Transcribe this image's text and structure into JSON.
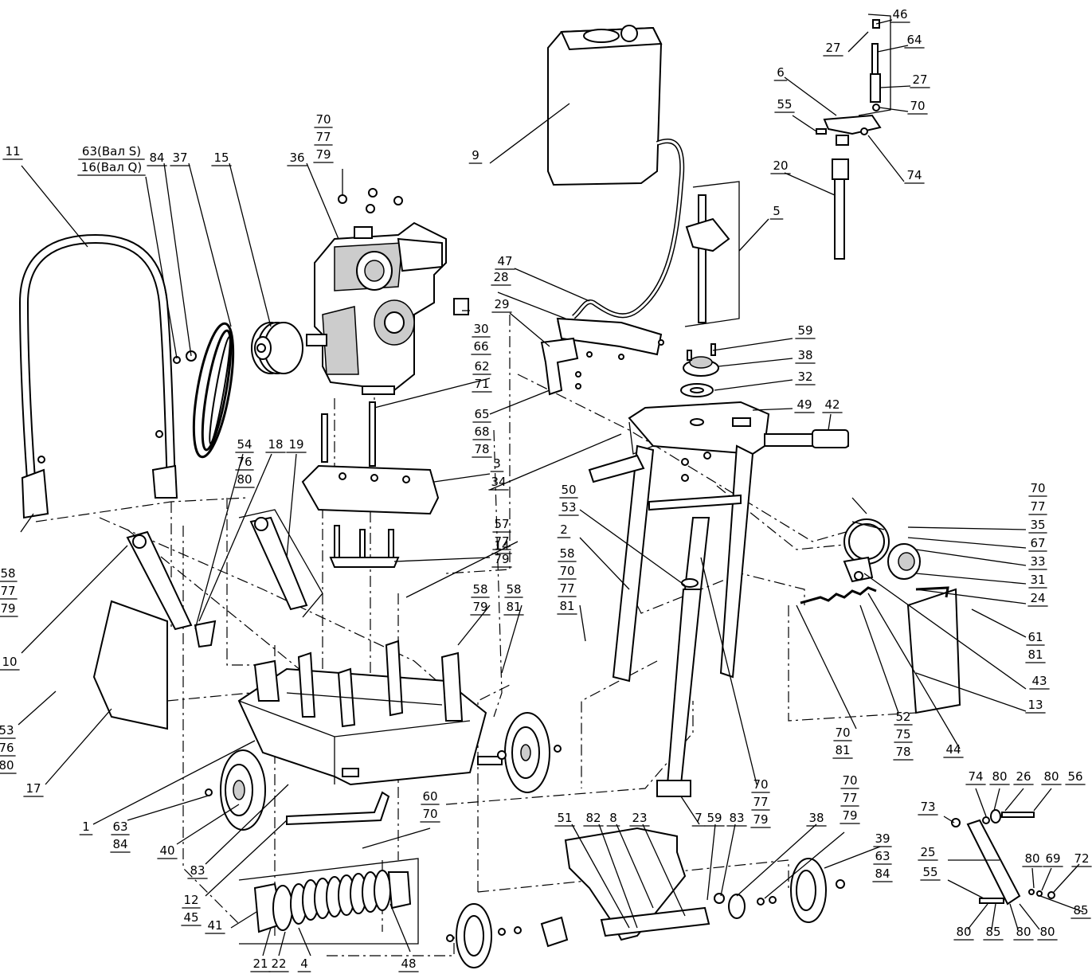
{
  "callouts": [
    {
      "id": "c11",
      "lines": [
        "11"
      ]
    },
    {
      "id": "c63v",
      "lines": [
        "63(Вал S)",
        "16(Вал Q)"
      ]
    },
    {
      "id": "c84a",
      "lines": [
        "84"
      ]
    },
    {
      "id": "c37",
      "lines": [
        "37"
      ]
    },
    {
      "id": "c15",
      "lines": [
        "15"
      ]
    },
    {
      "id": "c36",
      "lines": [
        "36"
      ]
    },
    {
      "id": "c70a",
      "lines": [
        "70",
        "77",
        "79"
      ]
    },
    {
      "id": "c9",
      "lines": [
        "9"
      ]
    },
    {
      "id": "c46",
      "lines": [
        "46"
      ]
    },
    {
      "id": "c64",
      "lines": [
        "64"
      ]
    },
    {
      "id": "c27a",
      "lines": [
        "27"
      ]
    },
    {
      "id": "c27b",
      "lines": [
        "27"
      ]
    },
    {
      "id": "c6",
      "lines": [
        "6"
      ]
    },
    {
      "id": "c70b",
      "lines": [
        "70"
      ]
    },
    {
      "id": "c55a",
      "lines": [
        "55"
      ]
    },
    {
      "id": "c74a",
      "lines": [
        "74"
      ]
    },
    {
      "id": "c20",
      "lines": [
        "20"
      ]
    },
    {
      "id": "c5",
      "lines": [
        "5"
      ]
    },
    {
      "id": "c47",
      "lines": [
        "47"
      ]
    },
    {
      "id": "c28",
      "lines": [
        "28"
      ]
    },
    {
      "id": "c29",
      "lines": [
        "29"
      ]
    },
    {
      "id": "c30",
      "lines": [
        "30",
        "66"
      ]
    },
    {
      "id": "c62",
      "lines": [
        "62",
        "71"
      ]
    },
    {
      "id": "c65",
      "lines": [
        "65",
        "68",
        "78"
      ]
    },
    {
      "id": "c59a",
      "lines": [
        "59"
      ]
    },
    {
      "id": "c38a",
      "lines": [
        "38"
      ]
    },
    {
      "id": "c32",
      "lines": [
        "32"
      ]
    },
    {
      "id": "c49",
      "lines": [
        "49"
      ]
    },
    {
      "id": "c42",
      "lines": [
        "42"
      ]
    },
    {
      "id": "c54",
      "lines": [
        "54",
        "76",
        "80"
      ]
    },
    {
      "id": "c18",
      "lines": [
        "18"
      ]
    },
    {
      "id": "c19",
      "lines": [
        "19"
      ]
    },
    {
      "id": "c3",
      "lines": [
        "3"
      ]
    },
    {
      "id": "c34",
      "lines": [
        "34"
      ]
    },
    {
      "id": "c14",
      "lines": [
        "14"
      ]
    },
    {
      "id": "c50",
      "lines": [
        "50",
        "53"
      ]
    },
    {
      "id": "c2",
      "lines": [
        "2"
      ]
    },
    {
      "id": "c58a",
      "lines": [
        "58",
        "70",
        "77",
        "81"
      ]
    },
    {
      "id": "c57",
      "lines": [
        "57",
        "77",
        "79"
      ]
    },
    {
      "id": "c58b",
      "lines": [
        "58",
        "79"
      ]
    },
    {
      "id": "c58c",
      "lines": [
        "58",
        "81"
      ]
    },
    {
      "id": "c58d",
      "lines": [
        "58",
        "77",
        "79"
      ]
    },
    {
      "id": "c10",
      "lines": [
        "10"
      ]
    },
    {
      "id": "c53",
      "lines": [
        "53",
        "76",
        "80"
      ]
    },
    {
      "id": "c17",
      "lines": [
        "17"
      ]
    },
    {
      "id": "c70c",
      "lines": [
        "70",
        "77",
        "35",
        "67",
        "33",
        "31",
        "24"
      ]
    },
    {
      "id": "c61",
      "lines": [
        "61",
        "81"
      ]
    },
    {
      "id": "c43",
      "lines": [
        "43"
      ]
    },
    {
      "id": "c13",
      "lines": [
        "13"
      ]
    },
    {
      "id": "c52",
      "lines": [
        "52",
        "75",
        "78"
      ]
    },
    {
      "id": "c44",
      "lines": [
        "44"
      ]
    },
    {
      "id": "c70d",
      "lines": [
        "70",
        "81"
      ]
    },
    {
      "id": "c70e",
      "lines": [
        "70",
        "77",
        "79"
      ]
    },
    {
      "id": "c1",
      "lines": [
        "1"
      ]
    },
    {
      "id": "c63a",
      "lines": [
        "63",
        "84"
      ]
    },
    {
      "id": "c40",
      "lines": [
        "40"
      ]
    },
    {
      "id": "c83a",
      "lines": [
        "83"
      ]
    },
    {
      "id": "c12",
      "lines": [
        "12",
        "45"
      ]
    },
    {
      "id": "c60",
      "lines": [
        "60",
        "70"
      ]
    },
    {
      "id": "c41",
      "lines": [
        "41"
      ]
    },
    {
      "id": "c21",
      "lines": [
        "21"
      ]
    },
    {
      "id": "c22",
      "lines": [
        "22"
      ]
    },
    {
      "id": "c4",
      "lines": [
        "4"
      ]
    },
    {
      "id": "c48",
      "lines": [
        "48"
      ]
    },
    {
      "id": "c51",
      "lines": [
        "51"
      ]
    },
    {
      "id": "c82",
      "lines": [
        "82"
      ]
    },
    {
      "id": "c8",
      "lines": [
        "8"
      ]
    },
    {
      "id": "c23",
      "lines": [
        "23"
      ]
    },
    {
      "id": "c7",
      "lines": [
        "7"
      ]
    },
    {
      "id": "c59b",
      "lines": [
        "59"
      ]
    },
    {
      "id": "c83b",
      "lines": [
        "83"
      ]
    },
    {
      "id": "c38b",
      "lines": [
        "38"
      ]
    },
    {
      "id": "c70f",
      "lines": [
        "70",
        "77",
        "79"
      ]
    },
    {
      "id": "c39",
      "lines": [
        "39",
        "63",
        "84"
      ]
    },
    {
      "id": "c73",
      "lines": [
        "73"
      ]
    },
    {
      "id": "c74b",
      "lines": [
        "74"
      ]
    },
    {
      "id": "c80a",
      "lines": [
        "80"
      ]
    },
    {
      "id": "c26",
      "lines": [
        "26"
      ]
    },
    {
      "id": "c80b",
      "lines": [
        "80"
      ]
    },
    {
      "id": "c56",
      "lines": [
        "56"
      ]
    },
    {
      "id": "c25",
      "lines": [
        "25"
      ]
    },
    {
      "id": "c55b",
      "lines": [
        "55"
      ]
    },
    {
      "id": "c80c",
      "lines": [
        "80"
      ]
    },
    {
      "id": "c69",
      "lines": [
        "69"
      ]
    },
    {
      "id": "c72",
      "lines": [
        "72"
      ]
    },
    {
      "id": "c85a",
      "lines": [
        "85"
      ]
    },
    {
      "id": "c80d",
      "lines": [
        "80"
      ]
    },
    {
      "id": "c85b",
      "lines": [
        "85"
      ]
    },
    {
      "id": "c80e",
      "lines": [
        "80"
      ]
    },
    {
      "id": "c80f",
      "lines": [
        "80"
      ]
    }
  ]
}
